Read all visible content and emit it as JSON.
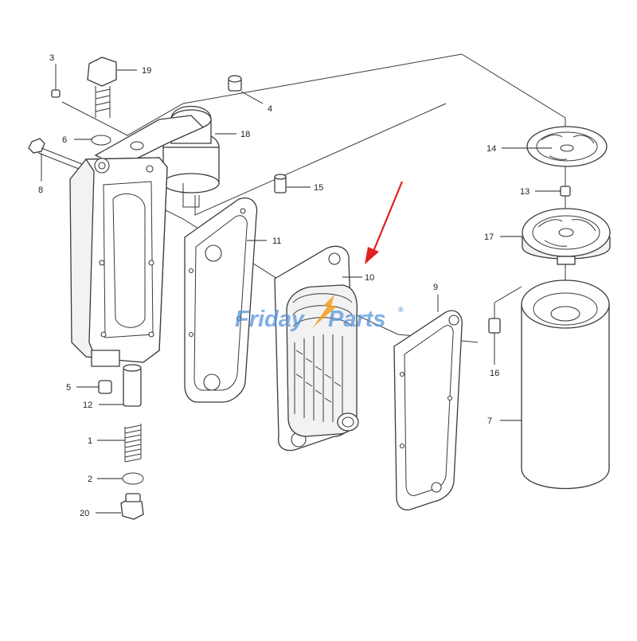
{
  "diagram": {
    "callouts": [
      {
        "id": "1",
        "label": "1"
      },
      {
        "id": "2",
        "label": "2"
      },
      {
        "id": "3",
        "label": "3"
      },
      {
        "id": "4",
        "label": "4"
      },
      {
        "id": "5",
        "label": "5"
      },
      {
        "id": "6",
        "label": "6"
      },
      {
        "id": "7",
        "label": "7"
      },
      {
        "id": "8",
        "label": "8"
      },
      {
        "id": "9",
        "label": "9"
      },
      {
        "id": "10",
        "label": "10"
      },
      {
        "id": "11",
        "label": "11"
      },
      {
        "id": "12",
        "label": "12"
      },
      {
        "id": "13",
        "label": "13"
      },
      {
        "id": "14",
        "label": "14"
      },
      {
        "id": "15",
        "label": "15"
      },
      {
        "id": "16",
        "label": "16"
      },
      {
        "id": "17",
        "label": "17"
      },
      {
        "id": "18",
        "label": "18"
      },
      {
        "id": "19",
        "label": "19"
      },
      {
        "id": "20",
        "label": "20"
      }
    ],
    "highlighted_part": "10",
    "arrow_color": "#e02020",
    "line_color": "#3a3a3a"
  },
  "watermark": {
    "text_part1": "Friday",
    "text_part2": "Parts",
    "trademark": "®",
    "color": "#4f8fd9",
    "accent_color": "#f0a020"
  }
}
